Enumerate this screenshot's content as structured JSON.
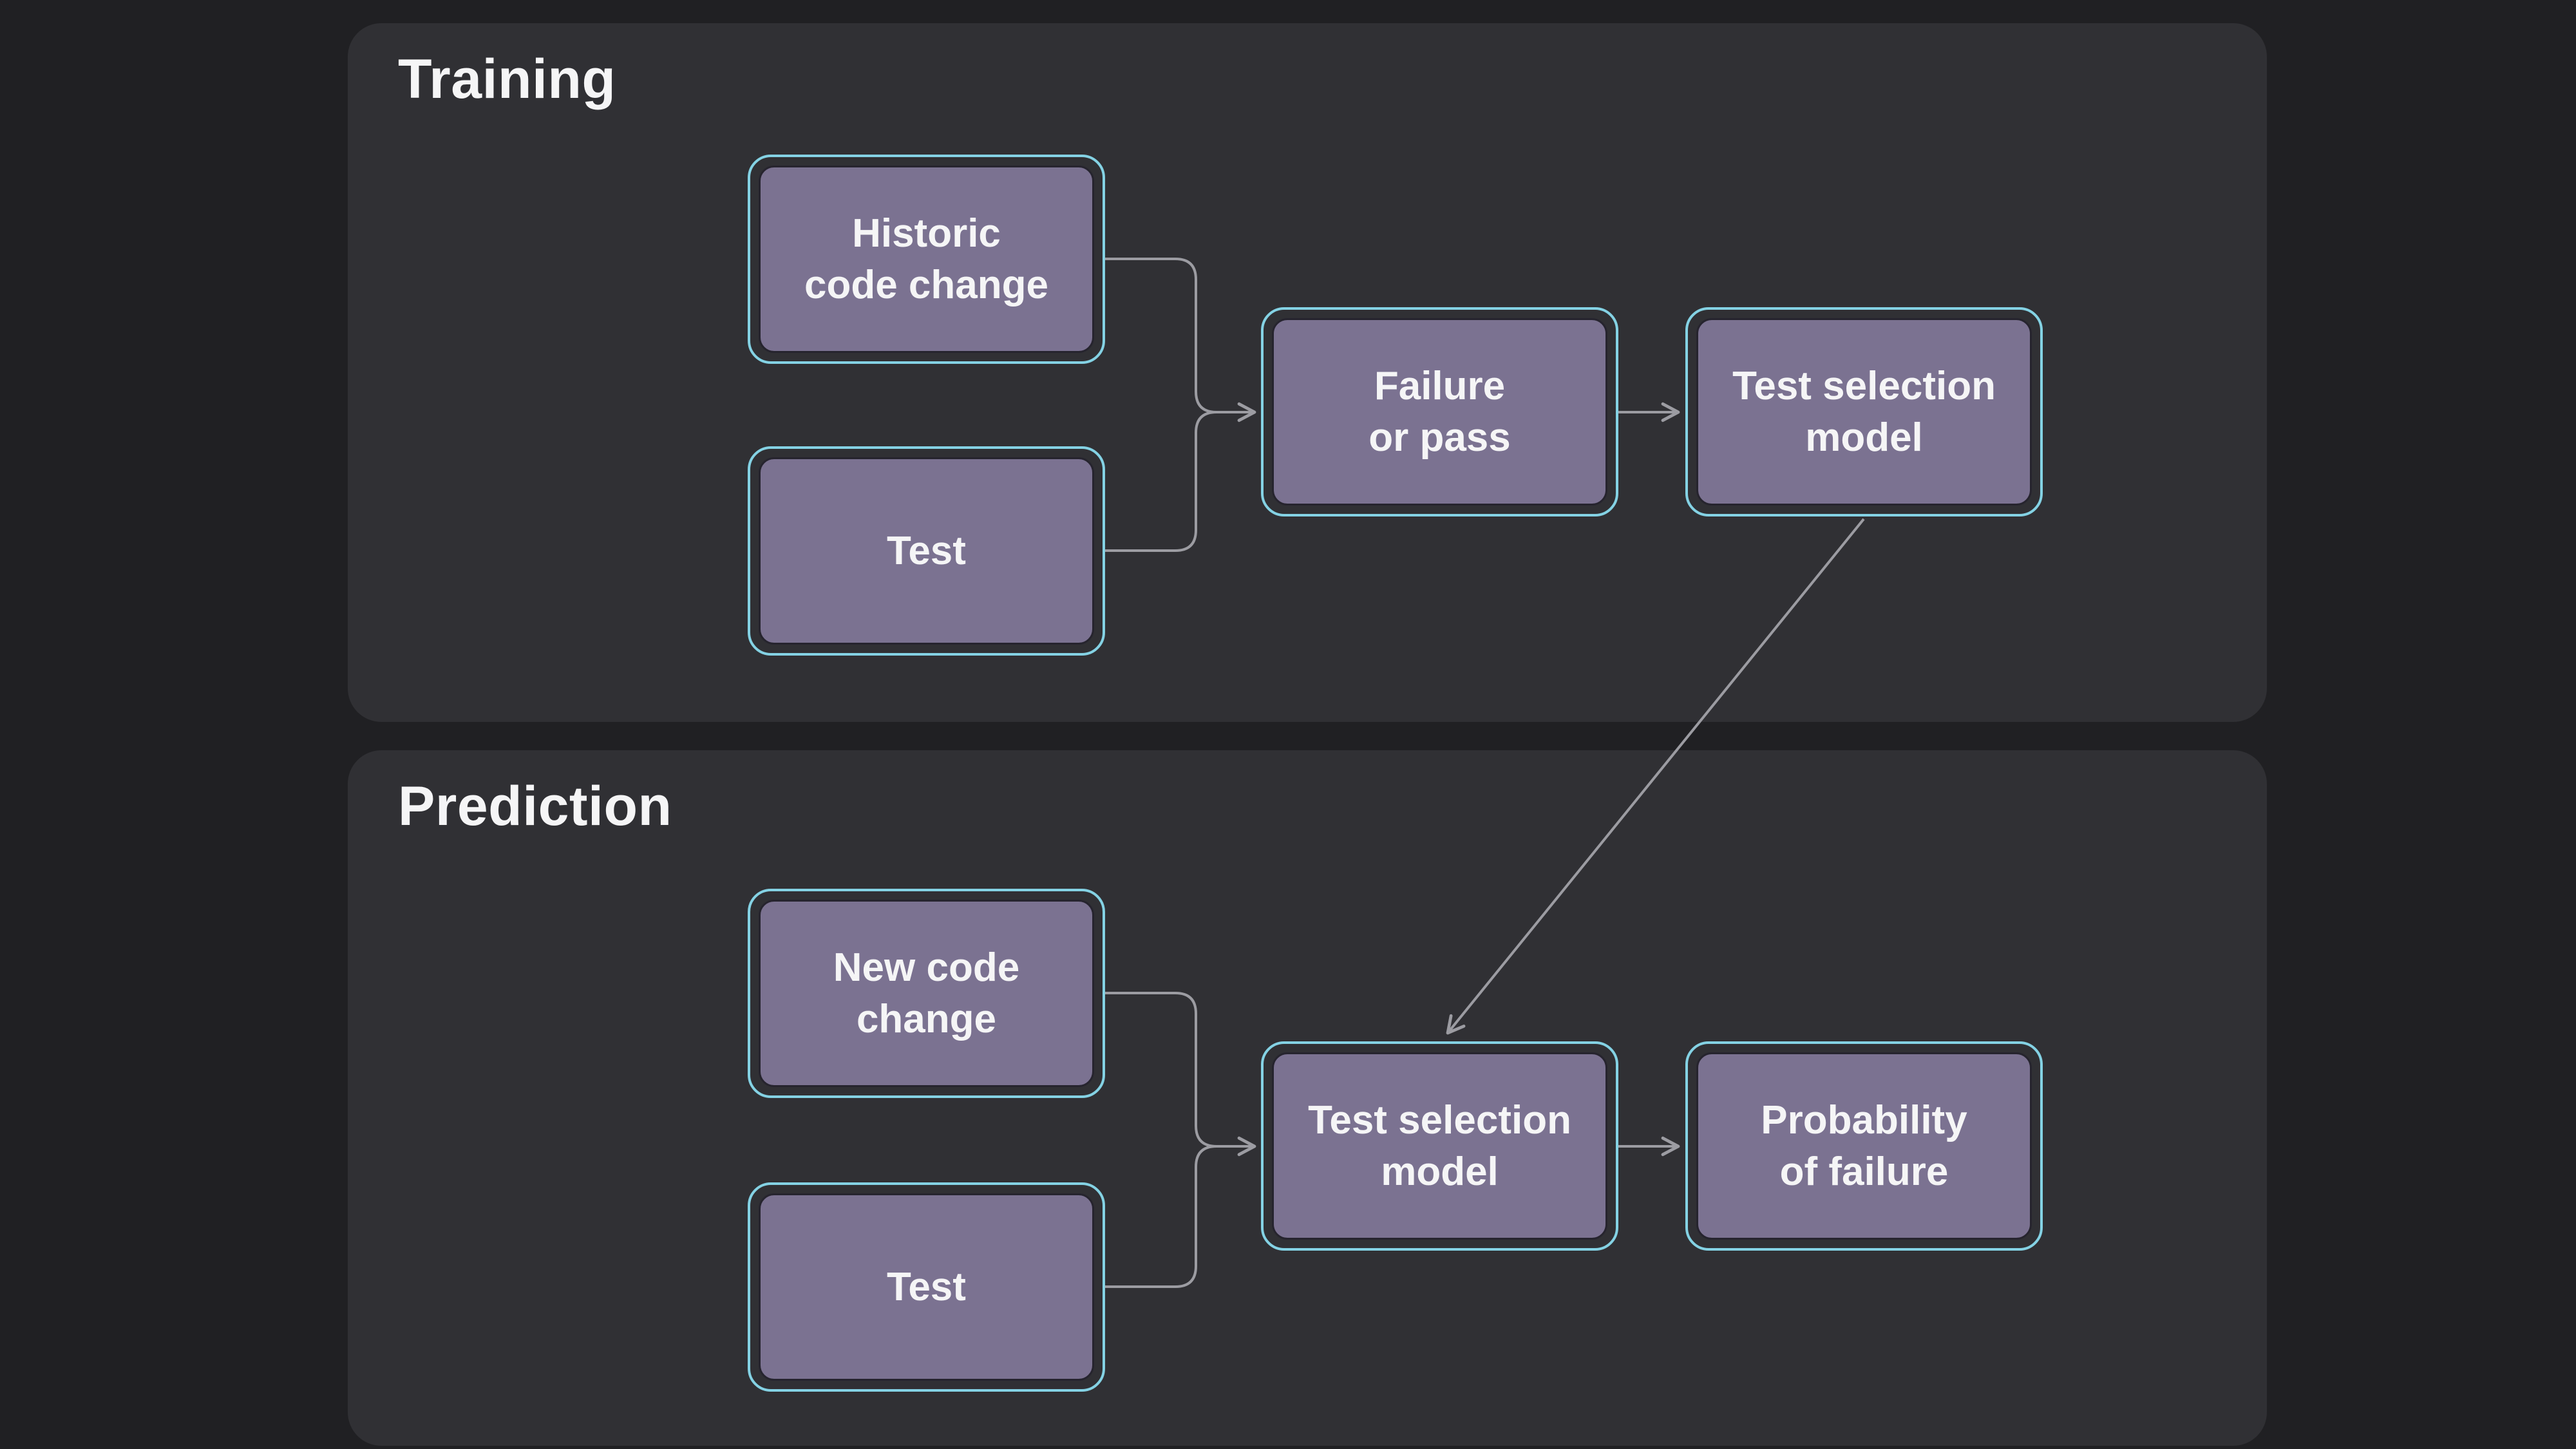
{
  "training": {
    "title": "Training",
    "historic": "Historic\ncode change",
    "test": "Test",
    "failure": "Failure\nor pass",
    "model": "Test selection\nmodel"
  },
  "prediction": {
    "title": "Prediction",
    "new_code": "New code\nchange",
    "test": "Test",
    "model": "Test selection\nmodel",
    "probability": "Probability\nof failure"
  },
  "edges": [
    {
      "from": "historic-code-change",
      "to": "failure-or-pass"
    },
    {
      "from": "test-training",
      "to": "failure-or-pass"
    },
    {
      "from": "failure-or-pass",
      "to": "test-selection-model-training"
    },
    {
      "from": "test-selection-model-training",
      "to": "test-selection-model-prediction"
    },
    {
      "from": "new-code-change",
      "to": "test-selection-model-prediction"
    },
    {
      "from": "test-prediction",
      "to": "test-selection-model-prediction"
    },
    {
      "from": "test-selection-model-prediction",
      "to": "probability-of-failure"
    }
  ],
  "colors": {
    "page_background": "#202023",
    "panel_background": "#303034",
    "node_fill": "#7b7291",
    "node_border": "#84d2e4",
    "connector": "#9c9ca2",
    "text": "#f5f5f6"
  }
}
